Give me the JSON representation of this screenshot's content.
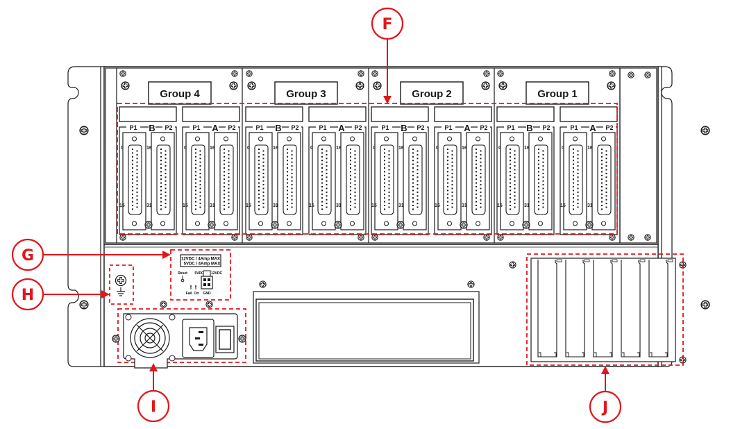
{
  "diagram": {
    "title": "Chassis rear panel",
    "groups": [
      {
        "label": "Group 4",
        "banks": [
          "B",
          "A"
        ]
      },
      {
        "label": "Group 3",
        "banks": [
          "B",
          "A"
        ]
      },
      {
        "label": "Group 2",
        "banks": [
          "B",
          "A"
        ]
      },
      {
        "label": "Group 1",
        "banks": [
          "B",
          "A"
        ]
      }
    ],
    "connector": {
      "port1_label": "P1",
      "port2_label": "P2",
      "p1_top_pin": "0",
      "p1_bottom_pin": "15",
      "p2_top_pin": "16",
      "p2_bottom_pin": "31"
    },
    "power_block": {
      "rating_line1": "12VDC / 4Amp MAX",
      "rating_line2": "5VDC / 4Amp MAX",
      "reset_label": "Reset",
      "fail_label": "Fail",
      "on_label": "On",
      "v5_label": "5VDC",
      "v12_label": "12VDC",
      "gnd_label": "GND"
    },
    "expansion_slots": 5,
    "callouts": [
      {
        "letter": "F",
        "target": "connector-groups"
      },
      {
        "letter": "G",
        "target": "power-status-block"
      },
      {
        "letter": "H",
        "target": "ground-screw"
      },
      {
        "letter": "I",
        "target": "power-supply"
      },
      {
        "letter": "J",
        "target": "expansion-slots"
      }
    ],
    "colors": {
      "callout": "#e3161b",
      "line": "#1a1a1a",
      "panel": "#ffffff"
    }
  }
}
